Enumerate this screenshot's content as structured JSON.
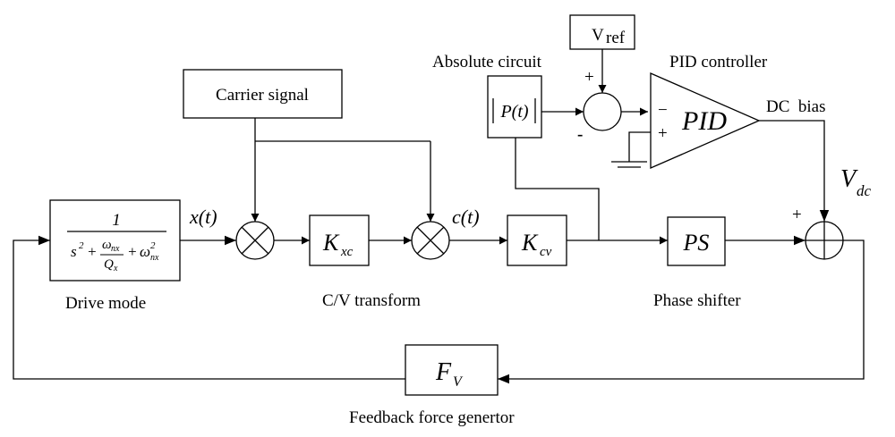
{
  "labels": {
    "carrier_signal": "Carrier signal",
    "absolute_circuit": "Absolute circuit",
    "pid_controller": "PID controller",
    "dc_bias": "DC  bias",
    "drive_mode": "Drive mode",
    "cv_transform": "C/V transform",
    "phase_shifter": "Phase shifter",
    "feedback_force": "Feedback force genertor"
  },
  "signals": {
    "x_t": "x(t)",
    "c_t": "c(t)",
    "v_dc": "V",
    "v_dc_sub": "dc"
  },
  "blocks": {
    "transfer_numerator": "1",
    "transfer_s": "s",
    "transfer_sq": "2",
    "transfer_plus": "+",
    "transfer_omega": "ω",
    "transfer_omega_sub": "nx",
    "transfer_q": "Q",
    "transfer_q_sub": "x",
    "kxc": "K",
    "kxc_sub": "xc",
    "kcv": "K",
    "kcv_sub": "cv",
    "abs_p": "P(t)",
    "vref": "V",
    "vref_sub": "ref",
    "pid": "PID",
    "ps": "PS",
    "fv": "F",
    "fv_sub": "V"
  },
  "signs": {
    "vref_plus": "+",
    "abs_minus": "-",
    "pid_minus": "−",
    "pid_plus": "+",
    "sum_plus": "+"
  }
}
